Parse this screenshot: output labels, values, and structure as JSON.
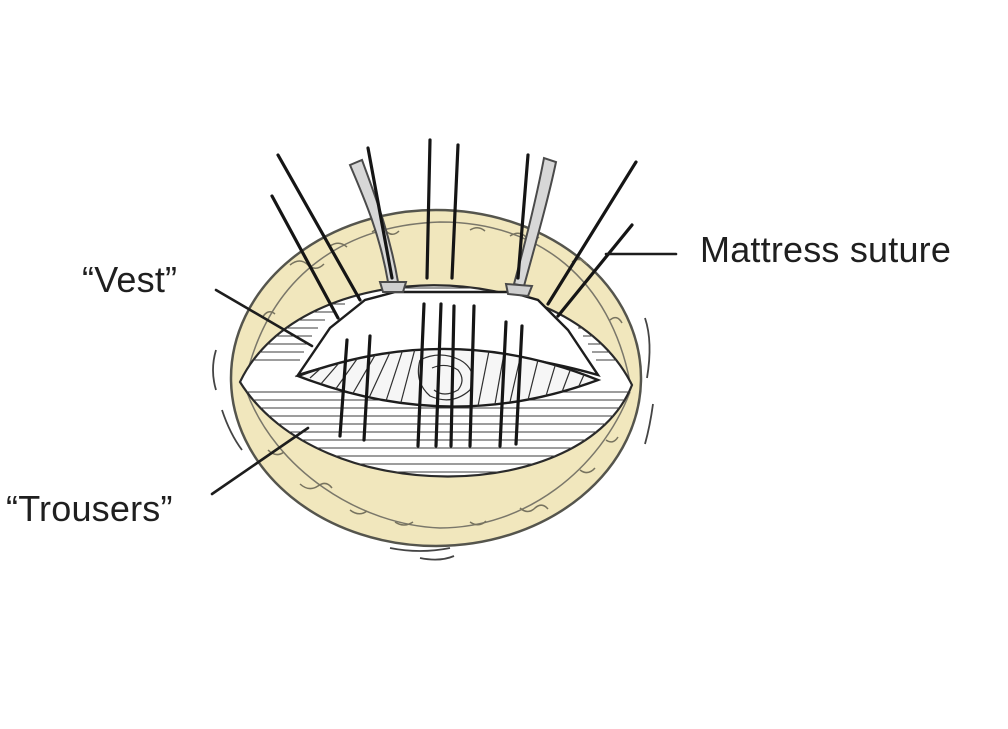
{
  "labels": {
    "vest": "“Vest”",
    "trousers": "“Trousers”",
    "mattress_suture": "Mattress suture"
  },
  "colors": {
    "background": "#ffffff",
    "line": "#1d1d1d",
    "fat_tissue": "#f1e7bd",
    "fat_outline": "#6b6a60",
    "instrument_fill": "#d7d7d7",
    "instrument_outline": "#4a4a4a",
    "hatch": "#3b3b3b"
  }
}
